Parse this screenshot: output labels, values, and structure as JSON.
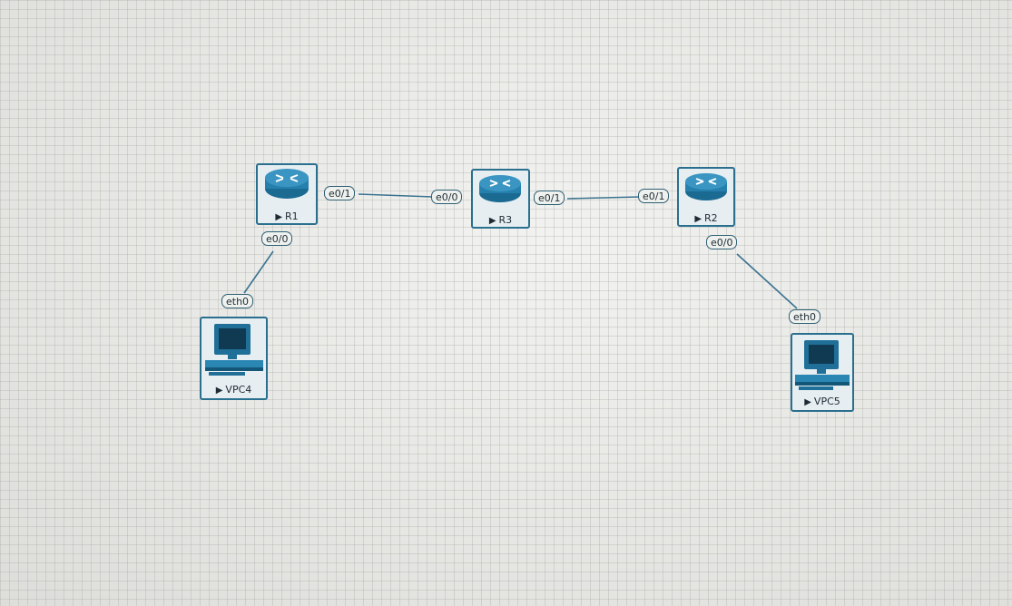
{
  "nodes": {
    "r1": {
      "label": "R1",
      "type": "router"
    },
    "r3": {
      "label": "R3",
      "type": "router"
    },
    "r2": {
      "label": "R2",
      "type": "router"
    },
    "vpc4": {
      "label": "VPC4",
      "type": "pc"
    },
    "vpc5": {
      "label": "VPC5",
      "type": "pc"
    }
  },
  "interfaces": {
    "r1_e01": "e0/1",
    "r3_e00": "e0/0",
    "r3_e01": "e0/1",
    "r2_e01": "e0/1",
    "r1_e00": "e0/0",
    "vpc4_eth0": "eth0",
    "r2_e00": "e0/0",
    "vpc5_eth0": "eth0"
  },
  "colors": {
    "device": "#1d6f97",
    "link": "#3b7390",
    "grid_background": "#ebebe8"
  },
  "icons": {
    "router": "router-icon",
    "pc": "computer-icon",
    "start": "play-icon"
  }
}
